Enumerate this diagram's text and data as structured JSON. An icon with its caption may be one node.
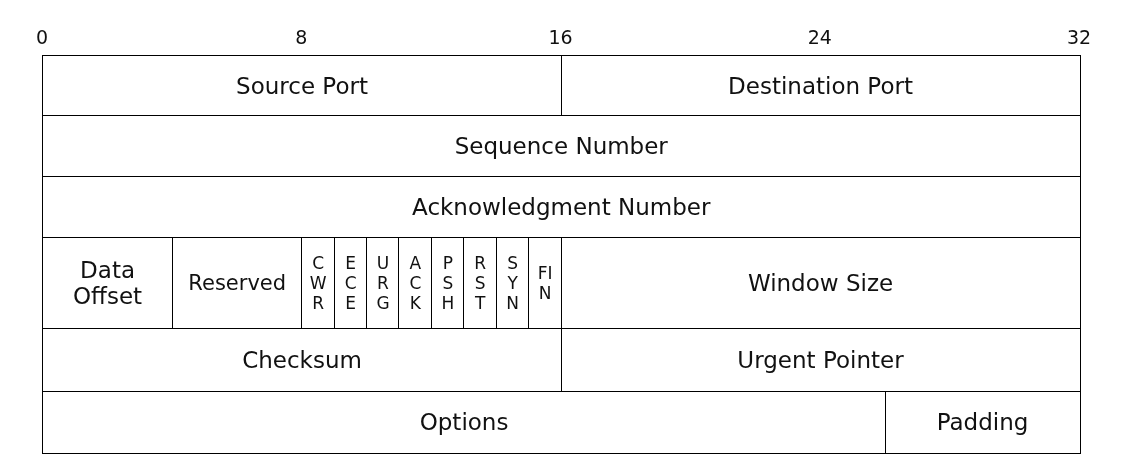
{
  "diagram": {
    "nodes": [
      {
        "text": [
          "Source Port"
        ]
      },
      {
        "text": [
          "Destination Port"
        ]
      },
      {
        "text": [
          "Sequence Number"
        ]
      },
      {
        "text": [
          "Acknowledgment Number"
        ]
      },
      {
        "text": [
          "Data Offset"
        ]
      },
      {
        "text": [
          "Reserved"
        ]
      },
      {
        "text": [
          "CWR"
        ]
      },
      {
        "text": [
          "ECE"
        ]
      },
      {
        "text": [
          "URG"
        ]
      },
      {
        "text": [
          "ACK"
        ]
      },
      {
        "text": [
          "PSH"
        ]
      },
      {
        "text": [
          "RST"
        ]
      },
      {
        "text": [
          "SYN"
        ]
      },
      {
        "text": [
          "FIN"
        ]
      },
      {
        "text": [
          "Window Size"
        ]
      },
      {
        "text": [
          "Checksum"
        ]
      },
      {
        "text": [
          "Urgent Pointer"
        ]
      },
      {
        "text": [
          "Options"
        ]
      },
      {
        "text": [
          "Padding"
        ]
      }
    ],
    "labels": [
      "0",
      "8",
      "16",
      "24",
      "32"
    ]
  }
}
